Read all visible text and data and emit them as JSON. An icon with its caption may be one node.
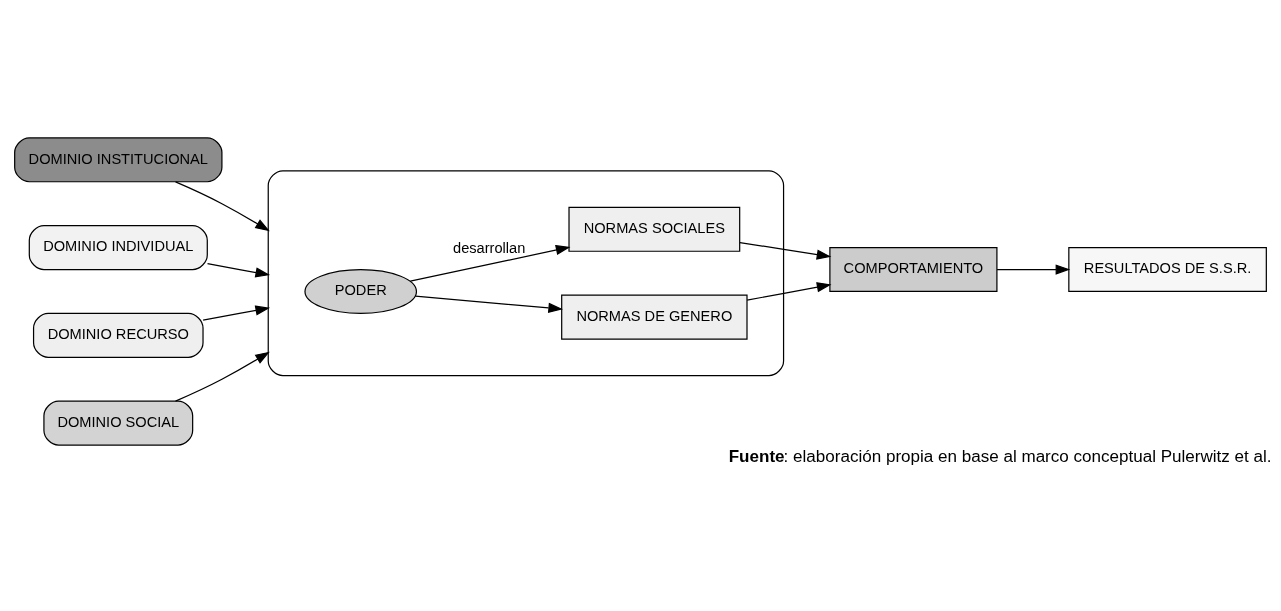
{
  "diagram": {
    "caption": "**Fuente**: elaboración propia en base al marco conceptual Pulerwitz et al.",
    "nodes": [
      {
        "text": [
          "DOMINIO INSTITUCIONAL"
        ]
      },
      {
        "text": [
          "DOMINIO INDIVIDUAL"
        ]
      },
      {
        "text": [],
        "shape": "ellipse"
      },
      {
        "text": [
          "PODER"
        ],
        "in": 2
      },
      {
        "text": [
          "NORMAS SOCIALES"
        ],
        "in": 2
      },
      {
        "text": [
          "NORMAS DE GENERO"
        ],
        "in": 2
      },
      {
        "text": [
          "COMPORTAMIENTO"
        ]
      },
      {
        "text": [
          "RESULTADOS DE S.S.R."
        ]
      },
      {
        "text": [
          "DOMINIO RECURSO"
        ]
      },
      {
        "text": [
          "DOMINIO SOCIAL"
        ]
      }
    ],
    "edges": [
      {
        "from": 0,
        "to": 2,
        "arrow": "to"
      },
      {
        "from": 1,
        "to": 2,
        "arrow": "to"
      },
      {
        "from": 3,
        "to": 4,
        "arrow": "to",
        "label": "desarrollan"
      },
      {
        "from": 3,
        "to": 5,
        "arrow": "to"
      },
      {
        "from": 4,
        "to": 6,
        "arrow": "to"
      },
      {
        "from": 5,
        "to": 6,
        "arrow": "to"
      },
      {
        "from": 6,
        "to": 7,
        "arrow": "to"
      },
      {
        "from": 8,
        "to": 2,
        "arrow": "to"
      },
      {
        "from": 9,
        "to": 2,
        "arrow": "to"
      }
    ]
  }
}
